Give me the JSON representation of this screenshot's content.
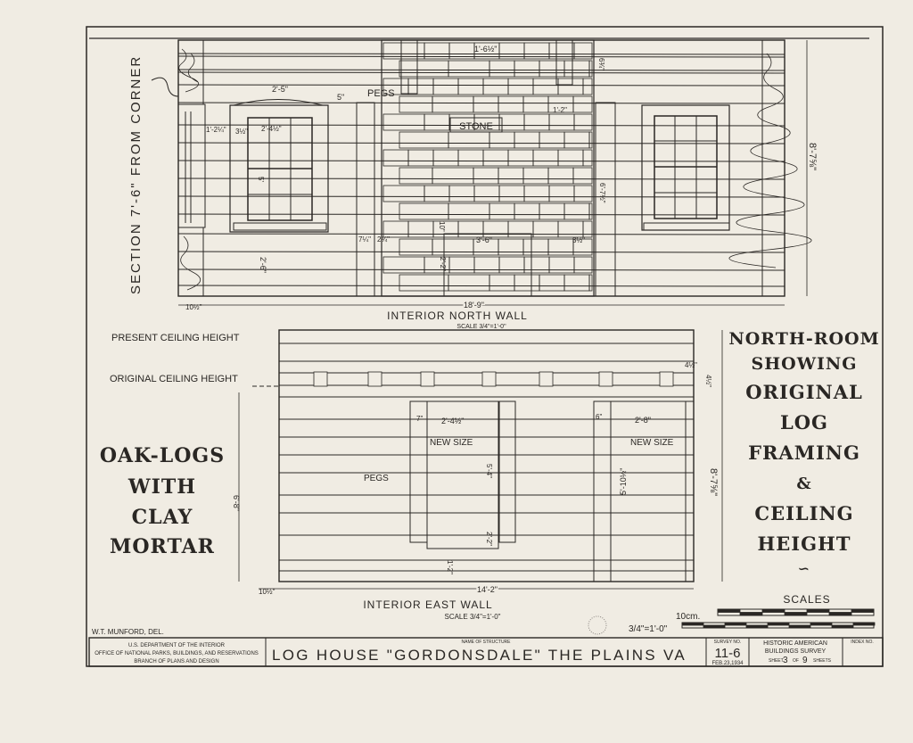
{
  "north_wall": {
    "section_note": "SECTION 7'-6\" FROM CORNER",
    "title": "INTERIOR NORTH WALL",
    "scale": "SCALE 3/4\"=1'-0\"",
    "labels": {
      "pegs": "PEGS",
      "stone": "STONE"
    },
    "dimensions": {
      "overall": "18'-9\"",
      "end": "10½\"",
      "lintel": "2'-5\"",
      "lintel_side": "5\"",
      "window_side": "1'-2¼\"",
      "casing": "3½\"",
      "window_width": "2'-4½\"",
      "window_height": "5'",
      "sill_height": "2'-6\"",
      "post": "7¼\"",
      "post_gap": "2¾\"",
      "arch": "10\"",
      "opening": "3'-6\"",
      "hearth": "2'-2\"",
      "chimney_top": "1'-6½\"",
      "chimney_side": "1'-2\"",
      "post_right": "3½\"",
      "post_right_height": "6'-7½\"",
      "peg_gap": "6¾\"",
      "wall_height": "8'-7⅝\""
    }
  },
  "east_wall": {
    "title": "INTERIOR EAST WALL",
    "scale": "SCALE 3/4\"=1'-0\"",
    "labels": {
      "present_ceiling": "PRESENT CEILING HEIGHT",
      "original_ceiling": "ORIGINAL CEILING HEIGHT",
      "new_size_1": "NEW SIZE",
      "new_size_2": "NEW SIZE",
      "pegs": "PEGS"
    },
    "dimensions": {
      "overall": "14'-2\"",
      "end": "10½\"",
      "door1_width": "2'-4½\"",
      "door1_post": "7\"",
      "door1_height": "5'-4\"",
      "door1_sill": "2'-2\"",
      "bottom": "1'-2\"",
      "door2_post": "6\"",
      "door2_width": "2'-8\"",
      "door2_height": "5'-10½\"",
      "beam": "4½\"",
      "beam_gap": "4½\"",
      "original_height": "6'-8\"",
      "wall_height": "8'-7⅝\""
    }
  },
  "left_note": [
    "OAK-LOGS",
    "WITH",
    "CLAY",
    "MORTAR"
  ],
  "right_note": [
    "NORTH-ROOM",
    "SHOWING",
    "ORIGINAL",
    "LOG",
    "FRAMING",
    "&",
    "CEILING",
    "HEIGHT"
  ],
  "scales": {
    "label": "SCALES",
    "metric": "10cm.",
    "imperial": "3/4\"=1'-0\""
  },
  "delineator": "W.T. MUNFORD, DEL.",
  "title_block": {
    "agency": [
      "U.S. DEPARTMENT OF THE INTERIOR",
      "OFFICE OF NATIONAL PARKS, BUILDINGS, AND RESERVATIONS",
      "BRANCH OF PLANS AND DESIGN"
    ],
    "name_label": "NAME OF STRUCTURE",
    "name": "LOG HOUSE \"GORDONSDALE\" THE PLAINS VA",
    "survey_label": "SURVEY NO.",
    "survey_no": "11-6",
    "date": "FEB.23,1934",
    "habs": [
      "HISTORIC AMERICAN",
      "BUILDINGS SURVEY"
    ],
    "sheet_word": "SHEET",
    "sheet": "3",
    "of_word": "OF",
    "sheets_total": "9",
    "sheets_word": "SHEETS",
    "index_label": "INDEX NO."
  }
}
